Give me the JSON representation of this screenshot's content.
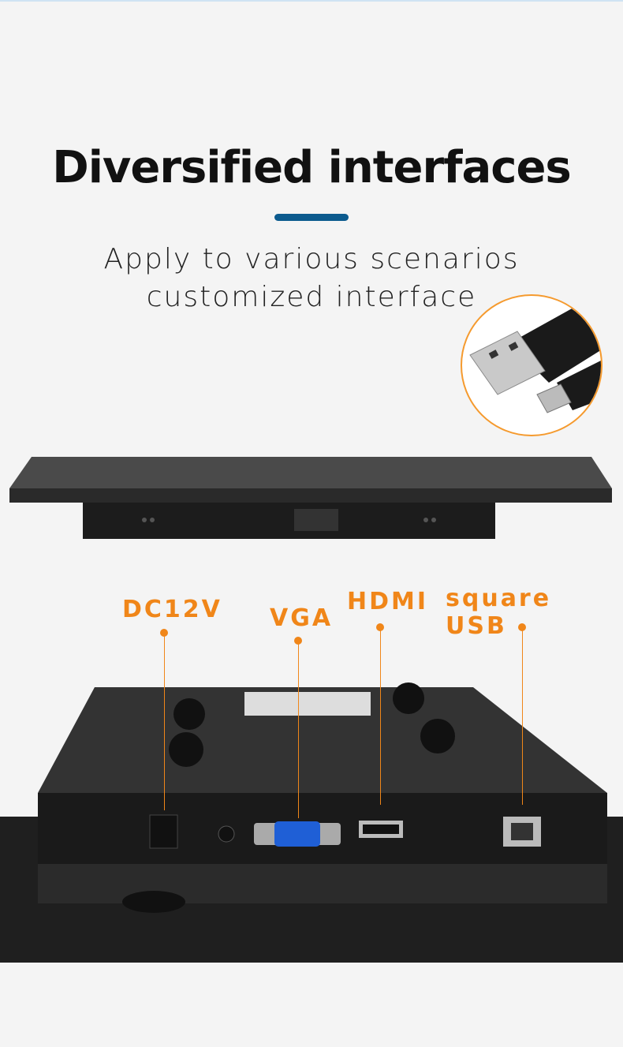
{
  "header": {
    "title": "Diversified interfaces",
    "subtitle_line1": "Apply to various scenarios",
    "subtitle_line2": "customized interface"
  },
  "ports": [
    {
      "label": "DC12V"
    },
    {
      "label": "VGA"
    },
    {
      "label": "HDMI"
    },
    {
      "label": "square USB"
    }
  ],
  "colors": {
    "accent": "#0c5b8e",
    "label": "#f08619",
    "background": "#f4f4f4"
  }
}
